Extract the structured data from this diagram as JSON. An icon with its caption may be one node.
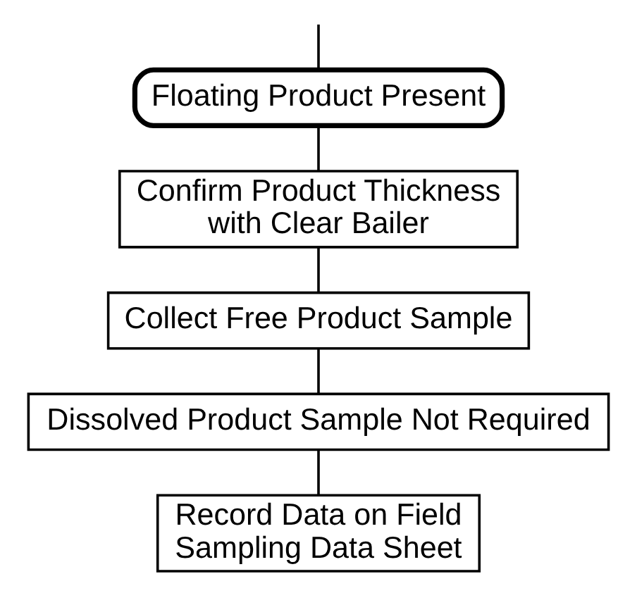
{
  "diagram": {
    "nodes": [
      {
        "text": [
          "Floating Product Present"
        ]
      },
      {
        "text": [
          "Confirm Product Thickness with Clear Bailer"
        ]
      },
      {
        "text": [
          "Collect Free Product Sample"
        ]
      },
      {
        "text": [
          "Dissolved Product Sample Not Required"
        ]
      },
      {
        "text": [
          "Record Data on Field Sampling Data Sheet"
        ]
      }
    ],
    "edges": [
      {
        "from": null,
        "to": 0,
        "arrow": "none"
      },
      {
        "from": 0,
        "to": 1,
        "arrow": "none"
      },
      {
        "from": 1,
        "to": 2,
        "arrow": "none"
      },
      {
        "from": 2,
        "to": 3,
        "arrow": "none"
      },
      {
        "from": 3,
        "to": 4,
        "arrow": "none"
      }
    ]
  }
}
